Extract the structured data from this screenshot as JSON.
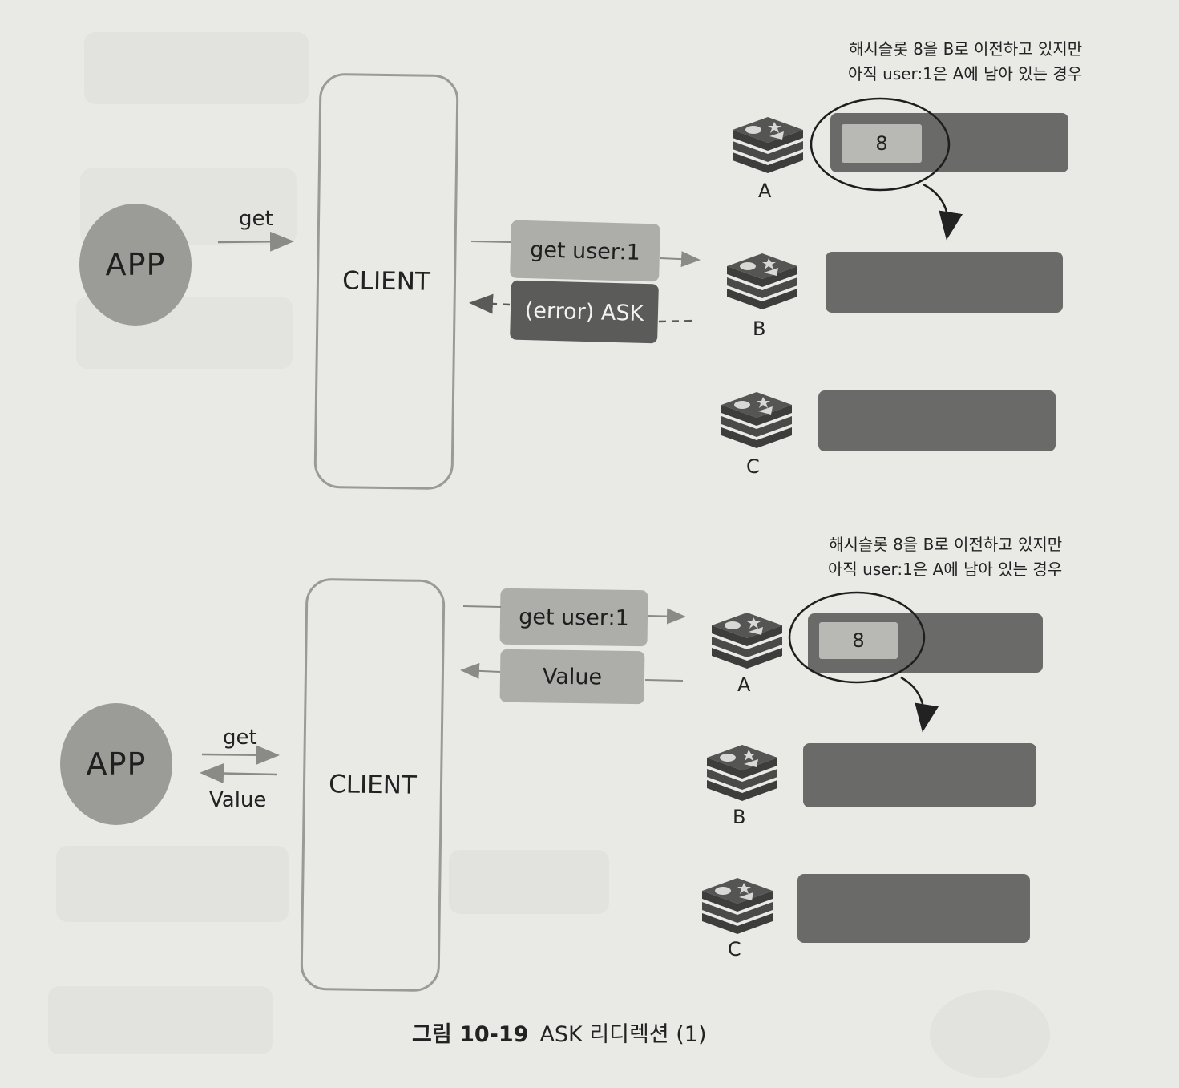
{
  "diagram_top": {
    "app_label": "APP",
    "app_arrow_label": "get",
    "client_label": "CLIENT",
    "request_label": "get user:1",
    "response_label": "(error) ASK",
    "note_line1": "해시슬롯 8을 B로 이전하고 있지만",
    "note_line2": "아직 user:1은 A에 남아 있는 경우",
    "slot_label": "8",
    "nodes": [
      "A",
      "B",
      "C"
    ]
  },
  "diagram_bottom": {
    "app_label": "APP",
    "app_arrow_label_top": "get",
    "app_arrow_label_bottom": "Value",
    "client_label": "CLIENT",
    "request_label": "get user:1",
    "response_label": "Value",
    "note_line1": "해시슬롯 8을 B로 이전하고 있지만",
    "note_line2": "아직 user:1은 A에 남아 있는 경우",
    "slot_label": "8",
    "nodes": [
      "A",
      "B",
      "C"
    ]
  },
  "caption": {
    "number": "그림 10-19",
    "title": "ASK 리디렉션 (1)"
  },
  "colors": {
    "background": "#e9e9e6",
    "app_circle": "#9b9b98",
    "bar": "#6a6a68",
    "pill_light": "#adadaa",
    "pill_dark": "#5b5b59"
  }
}
